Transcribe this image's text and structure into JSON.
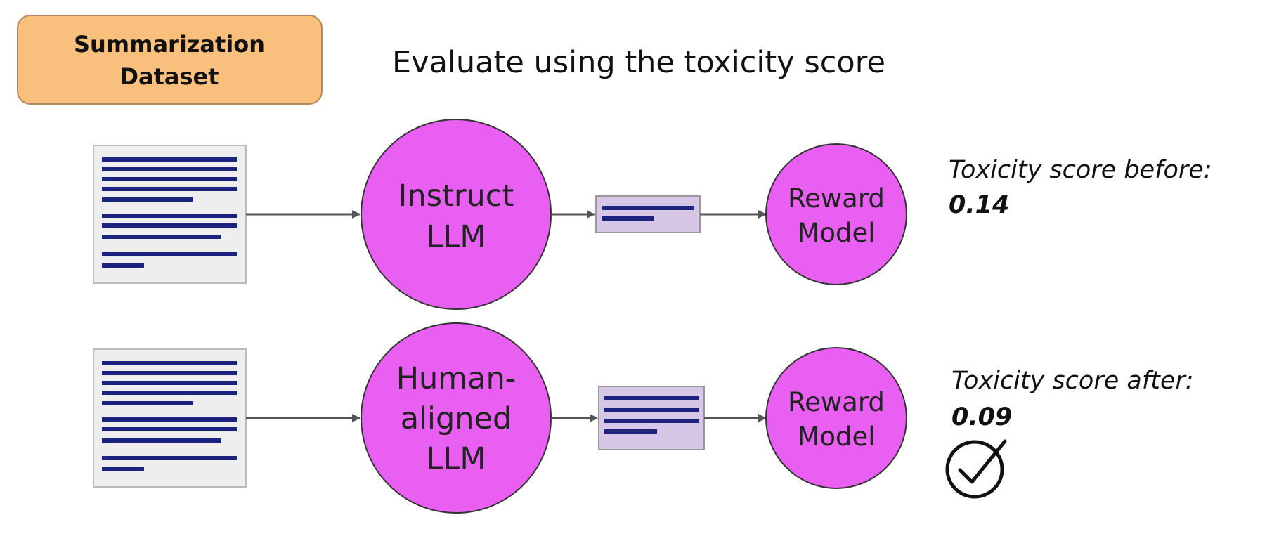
{
  "dataset_label": [
    "Summarization",
    "Dataset"
  ],
  "title": "Evaluate using the toxicity score",
  "rows": [
    {
      "model_lines": [
        "Instruct",
        "LLM"
      ],
      "reward_lines": [
        "Reward",
        "Model"
      ],
      "score_label": "Toxicity score before:",
      "score_value": "0.14",
      "approved": false
    },
    {
      "model_lines": [
        "Human-",
        "aligned",
        "LLM"
      ],
      "reward_lines": [
        "Reward",
        "Model"
      ],
      "score_label": "Toxicity score after:",
      "score_value": "0.09",
      "approved": true
    }
  ],
  "colors": {
    "dataset_fill": "#f9bf7d",
    "dataset_stroke": "#b48a5a",
    "circle_fill": "#e95ff2",
    "circle_stroke": "#333333",
    "doc_fill": "#eeeeee",
    "doc_lines": "#1c237e",
    "summary_fill": "#d7c7e6",
    "arrow": "#555555",
    "text": "#111111"
  },
  "icons": {
    "document": "document-icon",
    "summary": "summary-document-icon",
    "check": "check-circle-icon"
  }
}
